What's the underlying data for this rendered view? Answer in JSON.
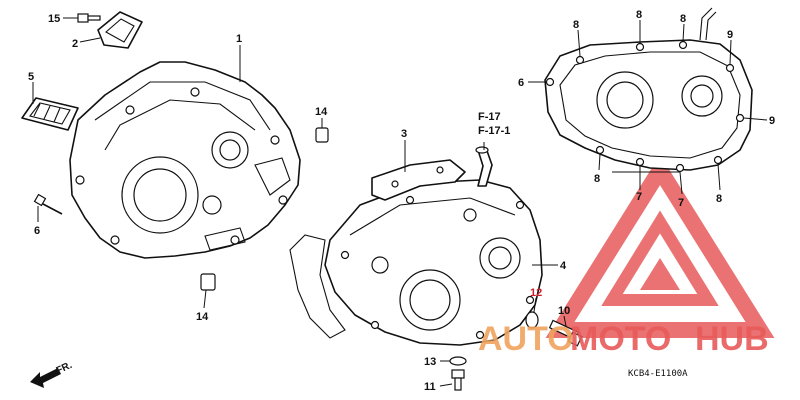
{
  "diagram": {
    "callouts": {
      "c15": "15",
      "c2": "2",
      "c1": "1",
      "c5": "5",
      "c6_left": "6",
      "c14_top": "14",
      "c14_bottom": "14",
      "c3": "3",
      "cF17": "F-17",
      "cF171": "F-17-1",
      "c4": "4",
      "c12": "12",
      "c10": "10",
      "c13": "13",
      "c11": "11",
      "c8_a": "8",
      "c8_b": "8",
      "c9_a": "9",
      "c6_right": "6",
      "c9_b": "9",
      "c8_c": "8",
      "c7_a": "7",
      "c7_b": "7",
      "c8_d": "8"
    },
    "direction_label": "FR.",
    "figure_code": "KCB4-E1100A",
    "watermark": {
      "part1": "AUTO",
      "part2": "MOTO",
      "part3": "HUB"
    },
    "colors": {
      "watermark_red": "#e23a3a",
      "watermark_orange": "#f0a35e",
      "ink": "#111111"
    }
  }
}
